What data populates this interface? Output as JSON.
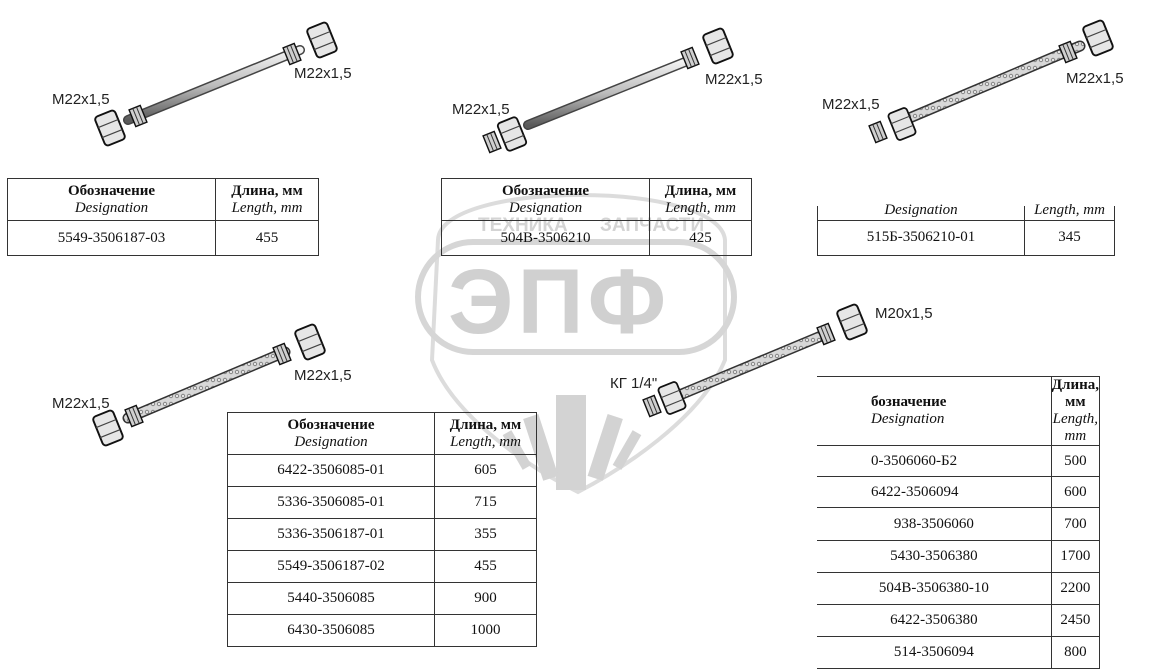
{
  "watermark": {
    "line1_left": "ТЕХНИКА",
    "line1_right": "ЗАПЧАСТИ",
    "logo": "ЭПФ"
  },
  "thread_labels": {
    "a1_left": "M22x1,5",
    "a1_right": "M22x1,5",
    "a2_left": "M22x1,5",
    "a2_right": "M22x1,5",
    "a3_left": "M22x1,5",
    "a3_right": "M22x1,5",
    "b1_left": "M22x1,5",
    "b1_right": "M22x1,5",
    "b2_right": "M20x1,5",
    "b2_left": "КГ 1/4\""
  },
  "tables": {
    "t1": {
      "head_ru_1": "Обозначение",
      "head_en_1": "Designation",
      "head_ru_2": "Длина, мм",
      "head_en_2": "Length, mm",
      "rows": [
        [
          "5549-3506187-03",
          "455"
        ]
      ]
    },
    "t2": {
      "head_ru_1": "Обозначение",
      "head_en_1": "Designation",
      "head_ru_2": "Длина, мм",
      "head_en_2": "Length, mm",
      "rows": [
        [
          "504В-3506210",
          "425"
        ]
      ]
    },
    "t3": {
      "head_en_1": "Designation",
      "head_en_2": "Length, mm",
      "rows": [
        [
          "515Б-3506210-01",
          "345"
        ]
      ]
    },
    "t4": {
      "head_ru_1": "Обозначение",
      "head_en_1": "Designation",
      "head_ru_2": "Длина, мм",
      "head_en_2": "Length, mm",
      "rows": [
        [
          "6422-3506085-01",
          "605"
        ],
        [
          "5336-3506085-01",
          "715"
        ],
        [
          "5336-3506187-01",
          "355"
        ],
        [
          "5549-3506187-02",
          "455"
        ],
        [
          "5440-3506085",
          "900"
        ],
        [
          "6430-3506085",
          "1000"
        ]
      ]
    },
    "t5": {
      "head_ru_1": "бозначение",
      "head_en_1": "Designation",
      "head_ru_2": "Длина, мм",
      "head_en_2": "Length, mm",
      "rows": [
        [
          "0-3506060-Б2",
          "500"
        ],
        [
          "6422-3506094",
          "600"
        ],
        [
          "938-3506060",
          "700"
        ],
        [
          "5430-3506380",
          "1700"
        ],
        [
          "504В-3506380-10",
          "2200"
        ],
        [
          "6422-3506380",
          "2450"
        ],
        [
          "514-3506094",
          "800"
        ]
      ]
    }
  }
}
